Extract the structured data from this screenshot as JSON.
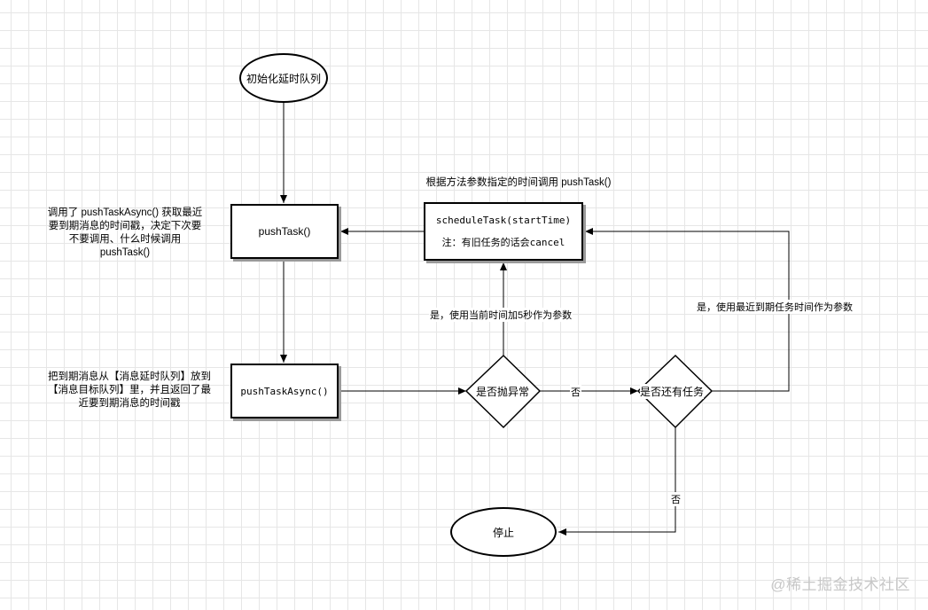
{
  "nodes": {
    "init": "初始化延时队列",
    "push_task": "pushTask()",
    "push_task_async": "pushTaskAsync()",
    "schedule_line1": "scheduleTask(startTime)",
    "schedule_line2": "注：有旧任务的话会cancel",
    "has_exception": "是否抛异常",
    "has_task": "是否还有任务",
    "stop": "停止"
  },
  "notes": {
    "push_task_note": "调用了 pushTaskAsync() 获取最近要到期消息的时间戳，决定下次要不要调用、什么时候调用 pushTask()",
    "push_task_async_note": "把到期消息从【消息延时队列】放到【消息目标队列】里，并且返回了最近要到期消息的时间戳",
    "schedule_note": "根据方法参数指定的时间调用 pushTask()"
  },
  "edge_labels": {
    "exception_yes": "是，使用当前时间加5秒作为参数",
    "exception_no": "否",
    "task_yes": "是，使用最近到期任务时间作为参数",
    "task_no": "否"
  },
  "watermark": "@稀土掘金技术社区"
}
